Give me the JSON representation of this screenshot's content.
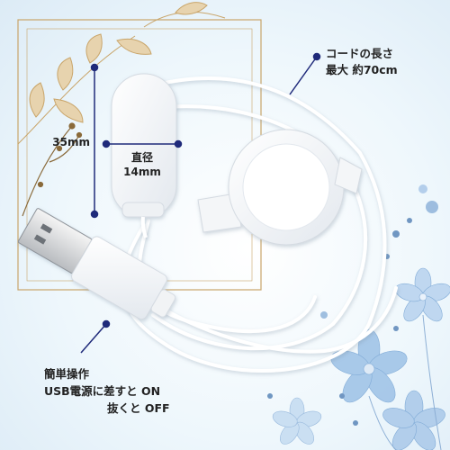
{
  "annotations": {
    "cord_length_title": "コードの長さ",
    "cord_length_value": "最大 約70cm",
    "height": "35mm",
    "diameter_title": "直径",
    "diameter_value": "14mm",
    "operation_title": "簡単操作",
    "operation_line1": "USB電源に差すと ON",
    "operation_line2": "抜くと OFF"
  },
  "colors": {
    "accent": "#1f2a7a",
    "frame_gold": "#c9a56a",
    "floral_blue": "#6f9fd1",
    "device_white": "#ffffff"
  },
  "icons": [
    "usb-plug",
    "bullet-device",
    "cord-reel"
  ]
}
